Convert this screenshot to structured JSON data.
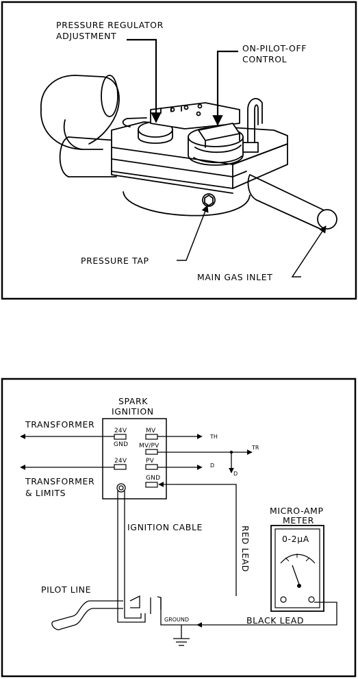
{
  "valve": {
    "pressure_regulator_line1": "PRESSURE REGULATOR",
    "pressure_regulator_line2": "ADJUSTMENT",
    "control_line1": "ON-PILOT-OFF",
    "control_line2": "CONTROL",
    "pressure_tap": "PRESSURE TAP",
    "main_gas_inlet": "MAIN GAS INLET"
  },
  "wiring": {
    "module_line1": "SPARK",
    "module_line2": "IGNITION",
    "transformer": "TRANSFORMER",
    "transformer_limits_line1": "TRANSFORMER",
    "transformer_limits_line2": "& LIMITS",
    "terminals": {
      "t24v_top": "24V",
      "gnd_top": "GND",
      "mv": "MV",
      "mvpv": "MV/PV",
      "t24v_bottom": "24V",
      "pv": "PV",
      "gnd_bottom": "GND"
    },
    "th": "TH",
    "tr": "TR",
    "d_right": "D",
    "d_down": "D",
    "ignition_cable": "IGNITION CABLE",
    "red_lead": "RED LEAD",
    "meter_line1": "MICRO-AMP",
    "meter_line2": "METER",
    "meter_scale": "0-2μA",
    "pilot_line": "PILOT LINE",
    "ground": "GROUND",
    "black_lead": "BLACK LEAD"
  }
}
